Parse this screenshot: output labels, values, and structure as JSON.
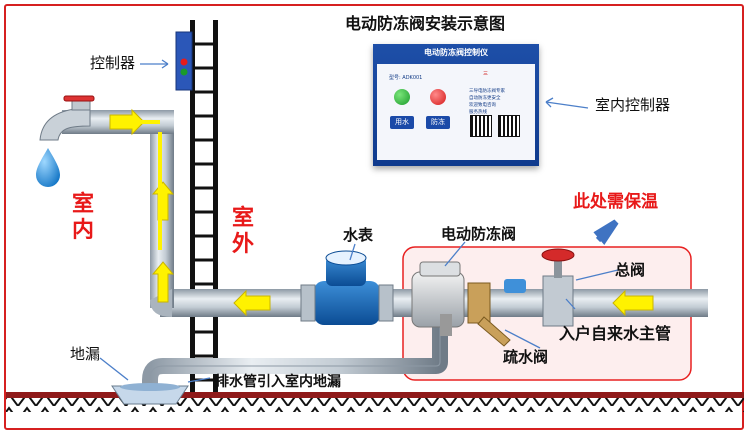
{
  "title": "电动防冻阀安装示意图",
  "labels": {
    "controller": "控制器",
    "indoor_controller": "室内控制器",
    "indoor": "室内",
    "outdoor": "室外",
    "keep_warm": "此处需保温",
    "water_meter": "水表",
    "electric_valve": "电动防冻阀",
    "main_valve": "总阀",
    "main_pipe": "入户自来水主管",
    "drain_valve": "疏水阀",
    "floor_drain": "地漏",
    "drain_pipe": "排水管引入室内地漏"
  },
  "panel": {
    "title": "电动防冻阀控制仪",
    "model": "型号: ADK001",
    "btn_water": "用水",
    "btn_freeze": "防冻",
    "brand": "三",
    "lines": [
      "三导电防冻阀专家",
      "自动防冻更安全",
      "欢迎致电咨询",
      "服务热线"
    ]
  },
  "colors": {
    "frame": "#d62020",
    "accent_red": "#e81919",
    "pipe": "#b9c4ce",
    "arrow": "#fff200",
    "panel": "#1e4fa8"
  }
}
